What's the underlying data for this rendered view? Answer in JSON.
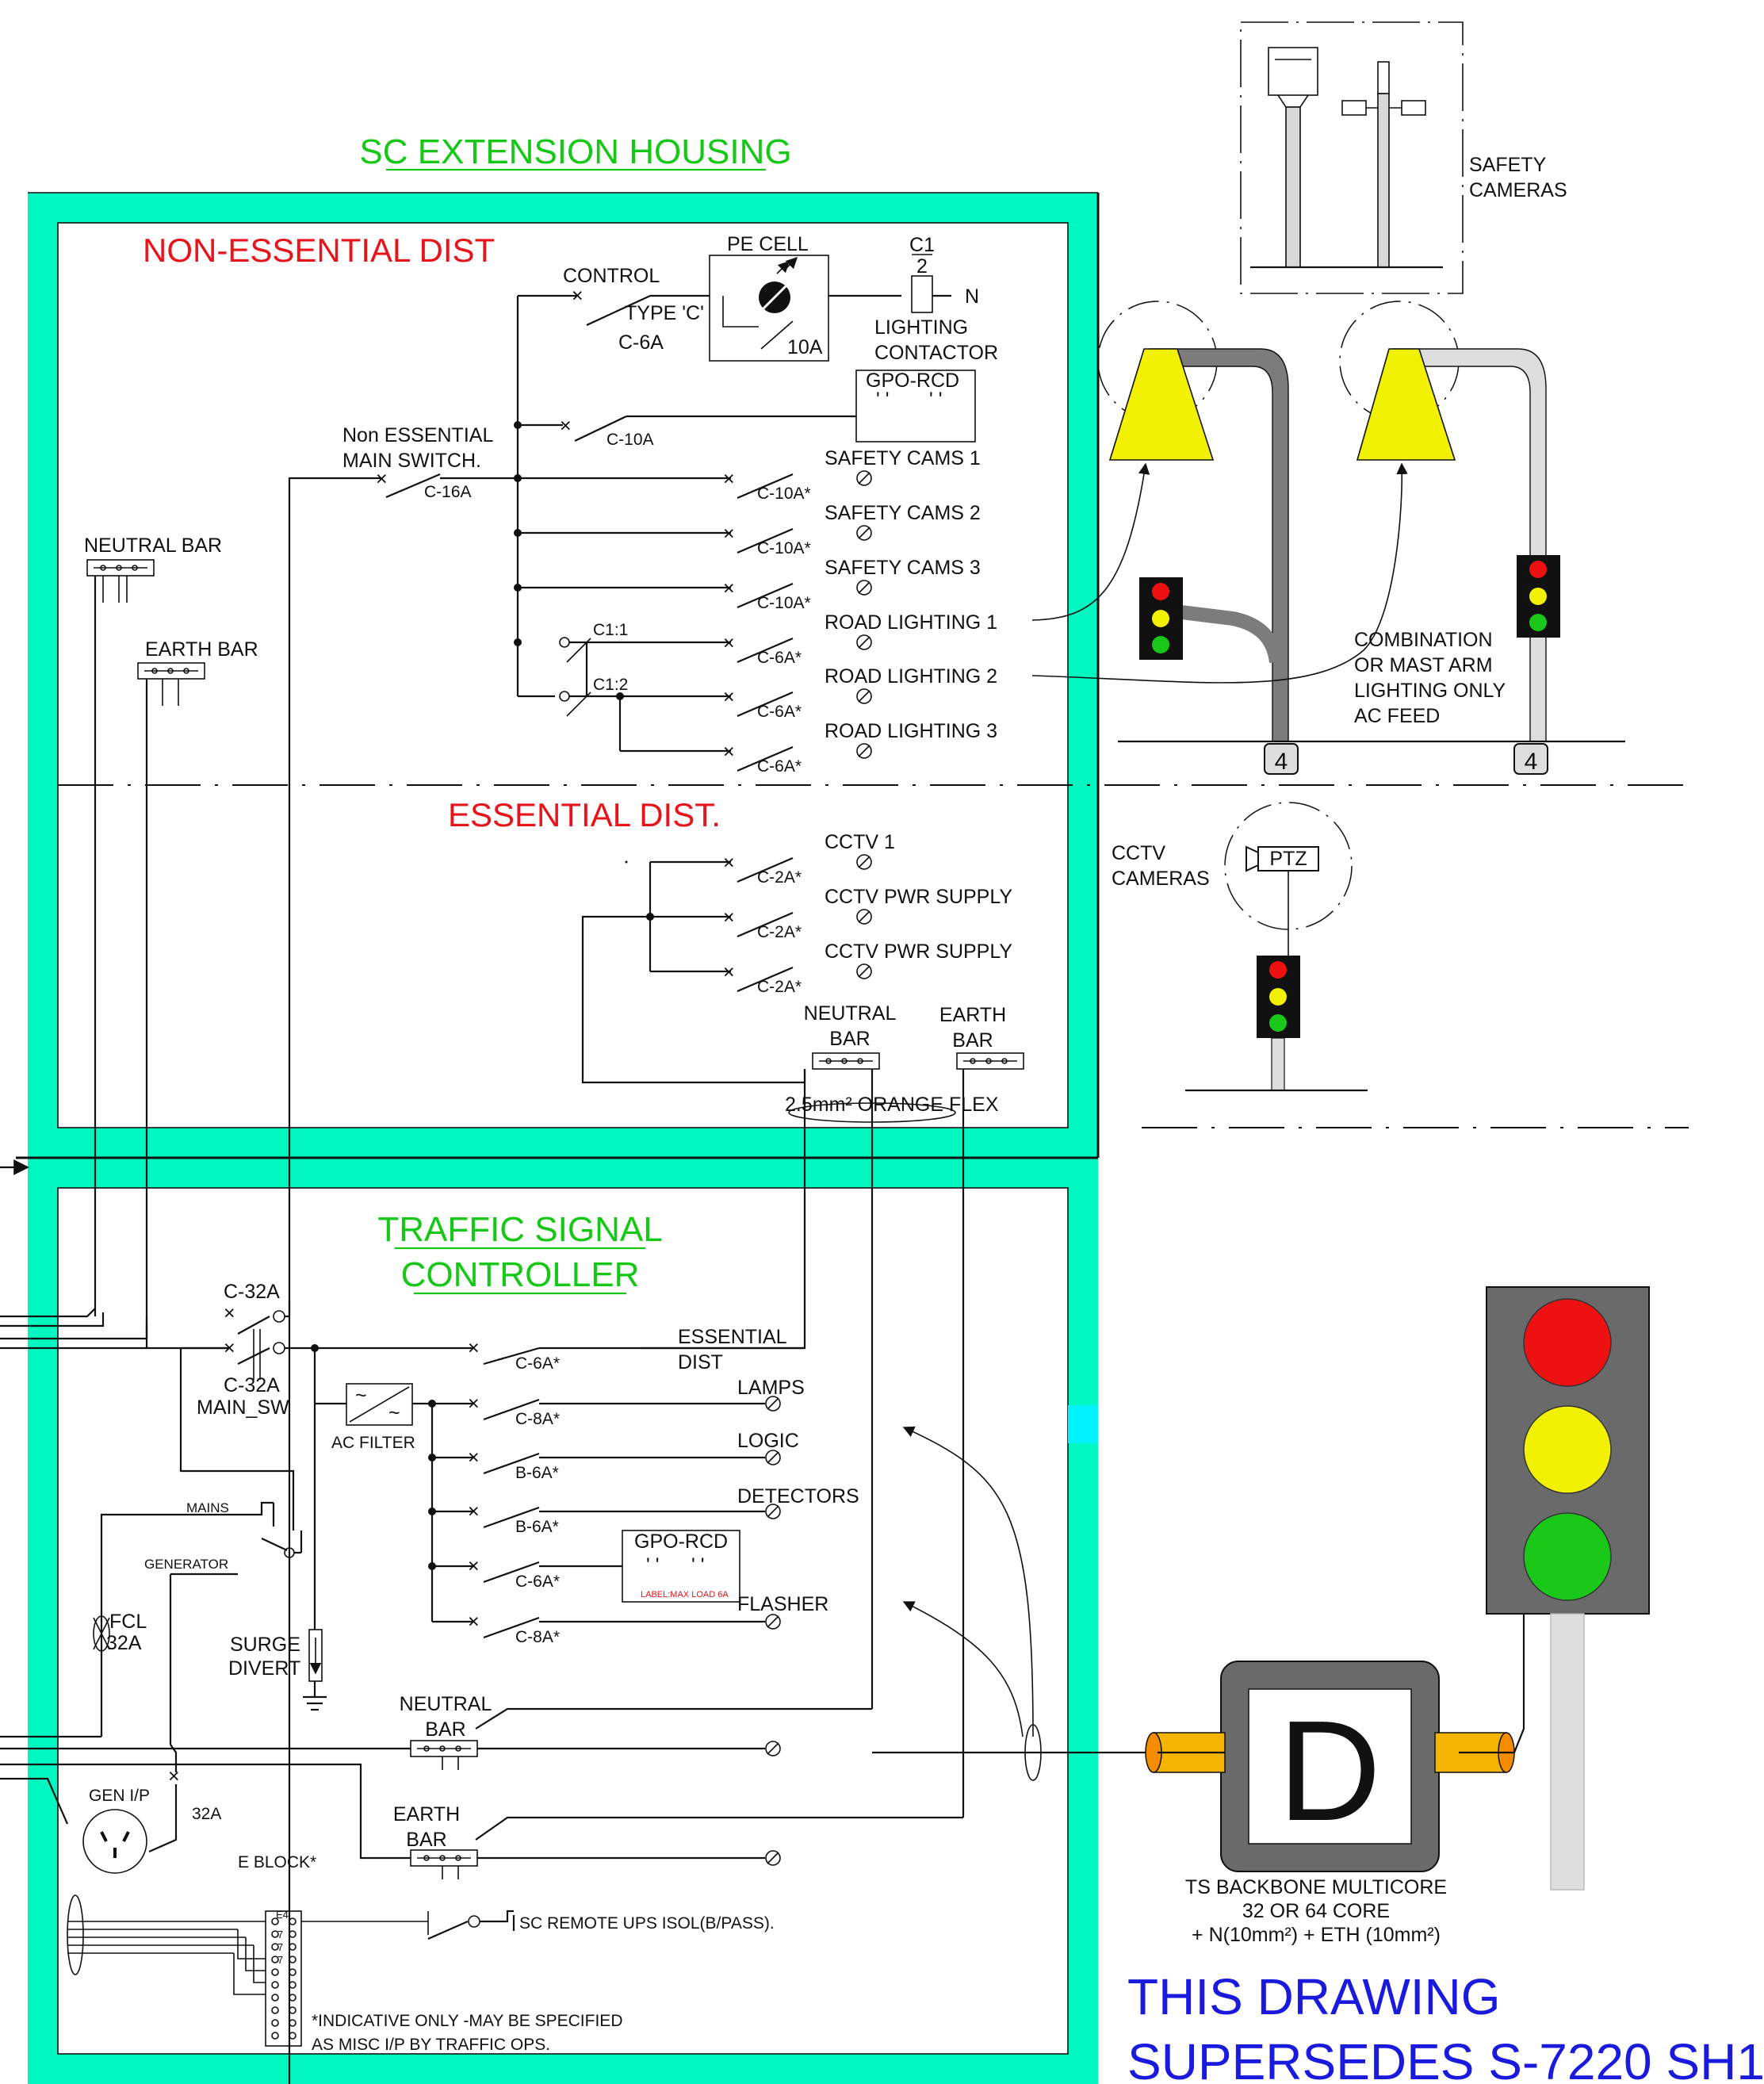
{
  "title": "SC EXTENSION HOUSING",
  "non_essential": {
    "heading": "NON-ESSENTIAL DIST",
    "control": "CONTROL",
    "type_c": "TYPE 'C'",
    "c6a": "C-6A",
    "pe_cell": "PE CELL",
    "pe_10a": "10A",
    "c1_top": "C1",
    "c1_bottom": "2",
    "n": "N",
    "lighting": "LIGHTING",
    "contactor": "CONTACTOR",
    "gpo_rcd": "GPO-RCD",
    "c10a": "C-10A",
    "main_switch_1": "Non ESSENTIAL",
    "main_switch_2": "MAIN SWITCH.",
    "c16a": "C-16A",
    "c1_1": "C1:1",
    "c1_2": "C1:2",
    "neutral_bar": "NEUTRAL BAR",
    "earth_bar": "EARTH BAR",
    "circuits": [
      {
        "label": "SAFETY CAMS 1",
        "breaker": "C-10A*"
      },
      {
        "label": "SAFETY CAMS 2",
        "breaker": "C-10A*"
      },
      {
        "label": "SAFETY CAMS 3",
        "breaker": "C-10A*"
      },
      {
        "label": "ROAD LIGHTING 1",
        "breaker": "C-6A*"
      },
      {
        "label": "ROAD LIGHTING 2",
        "breaker": "C-6A*"
      },
      {
        "label": "ROAD LIGHTING 3",
        "breaker": "C-6A*"
      }
    ]
  },
  "essential": {
    "heading": "ESSENTIAL DIST.",
    "circuits": [
      {
        "label": "CCTV 1",
        "breaker": "C-2A*"
      },
      {
        "label": "CCTV PWR SUPPLY",
        "breaker": "C-2A*"
      },
      {
        "label": "CCTV PWR SUPPLY",
        "breaker": "C-2A*"
      }
    ],
    "neutral_1": "NEUTRAL",
    "neutral_2": "BAR",
    "earth_1": "EARTH",
    "earth_2": "BAR",
    "flex": "2.5mm² ORANGE FLEX"
  },
  "tsc": {
    "heading_1": "TRAFFIC SIGNAL",
    "heading_2": "CONTROLLER",
    "c32a_top": "C-32A",
    "c32a_main": "C-32A",
    "main_sw": "MAIN_SW",
    "ac_filter": "AC FILTER",
    "mains": "MAINS",
    "generator": "GENERATOR",
    "fcl": "FCL",
    "fcl_a": "32A",
    "surge_1": "SURGE",
    "surge_2": "DIVERT",
    "neutral_1": "NEUTRAL",
    "neutral_2": "BAR",
    "earth_1": "EARTH",
    "earth_2": "BAR",
    "gen_ip": "GEN I/P",
    "gen_32a": "32A",
    "e_block": "E BLOCK*",
    "gpo_rcd": "GPO-RCD",
    "gpo_note": "LABEL:MAX LOAD 6A",
    "remote_ups": "SC REMOTE UPS ISOL(B/PASS).",
    "note_1": "*INDICATIVE ONLY -MAY BE SPECIFIED",
    "note_2": "AS MISC I/P BY TRAFFIC OPS.",
    "essential_1": "ESSENTIAL",
    "essential_2": "DIST",
    "essential_breaker": "C-6A*",
    "circuits": [
      {
        "label": "LAMPS",
        "breaker": "C-8A*"
      },
      {
        "label": "LOGIC",
        "breaker": "B-6A*"
      },
      {
        "label": "DETECTORS",
        "breaker": "B-6A*"
      },
      {
        "label": "",
        "breaker": "C-6A*"
      },
      {
        "label": "FLASHER",
        "breaker": "C-8A*"
      }
    ],
    "terminal_codes": [
      "E4",
      "7",
      "7",
      "7"
    ]
  },
  "right_panel": {
    "safety_cameras_1": "SAFETY",
    "safety_cameras_2": "CAMERAS",
    "combination_1": "COMBINATION",
    "combination_2": "OR MAST ARM",
    "combination_3": "LIGHTING ONLY",
    "combination_4": "AC FEED",
    "pole_number": "4",
    "cctv_1": "CCTV",
    "cctv_2": "CAMERAS",
    "ptz": "PTZ",
    "d_letter": "D",
    "backbone_1": "TS BACKBONE MULTICORE",
    "backbone_2": "32 OR 64 CORE",
    "backbone_3": "+ N(10mm²) + ETH (10mm²)",
    "supersede_1": "THIS DRAWING",
    "supersede_2": "SUPERSEDES S-7220 SH1"
  },
  "colors": {
    "housing": "#00f7c0",
    "heading_red": "#e8141c",
    "heading_green": "#16c816",
    "note_blue": "#1a1adf",
    "lamp_yellow": "#f2f200",
    "signal_red": "#ee1111",
    "signal_green": "#19c819",
    "cable_orange": "#f4b400"
  }
}
